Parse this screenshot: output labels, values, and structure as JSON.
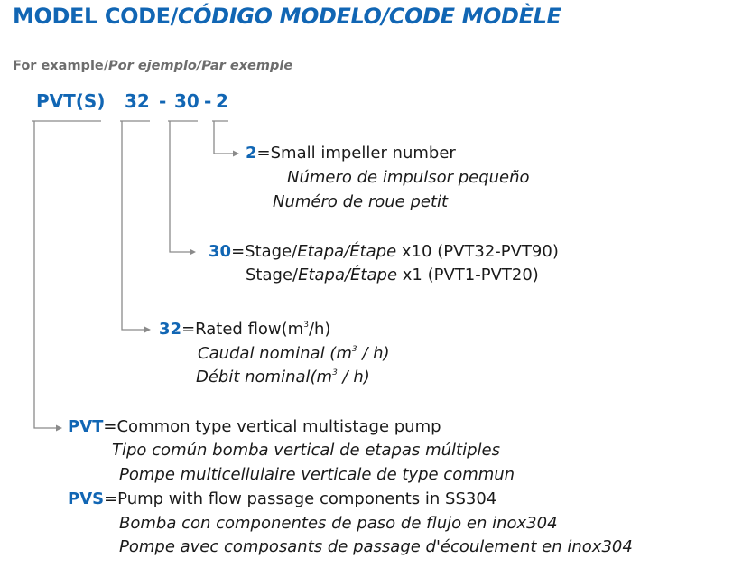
{
  "title": {
    "main": "MODEL CODE/",
    "rest": "CÓDIGO MODELO/CODE MODÈLE"
  },
  "example": {
    "main": "For example/",
    "rest": "Por ejemplo/Par exemple"
  },
  "code": {
    "series": "PVT(S)",
    "flow": "32",
    "dash1": "-",
    "stage": "30",
    "dash2": "-",
    "impeller": "2"
  },
  "items": {
    "impeller": {
      "key": "2",
      "text": "=Small impeller number",
      "es": "Número de impulsor pequeño",
      "fr": "Numéro de roue petit"
    },
    "stage": {
      "key": "30",
      "pre1": "=Stage/",
      "it1": "Etapa/Étape",
      "post1": " x10 (PVT32-PVT90)",
      "pre2": "Stage/",
      "it2": "Etapa/Étape",
      "post2": " x1 (PVT1-PVT20)"
    },
    "flow": {
      "key": "32",
      "text": "=Rated flow(m",
      "sup": "3",
      "text_end": "/h)",
      "es": "Caudal nominal (m",
      "es_sup": "3",
      "es_end": " / h)",
      "fr": "Débit nominal(m",
      "fr_sup": "3",
      "fr_end": " / h)"
    },
    "pvt": {
      "key": "PVT",
      "text": "=Common type vertical multistage pump",
      "es": "Tipo común bomba vertical  de etapas múltiples",
      "fr": "Pompe multicellulaire verticale de type commun"
    },
    "pvs": {
      "key": "PVS",
      "text": "=Pump with flow passage components in SS304",
      "es": "Bomba con componentes de paso de flujo en inox304",
      "fr": "Pompe avec composants de passage d'écoulement en inox304"
    }
  },
  "colors": {
    "accent": "#1166b4",
    "text": "#1a1a1a",
    "muted": "#6d6d6d",
    "line": "#8a8a8a"
  }
}
